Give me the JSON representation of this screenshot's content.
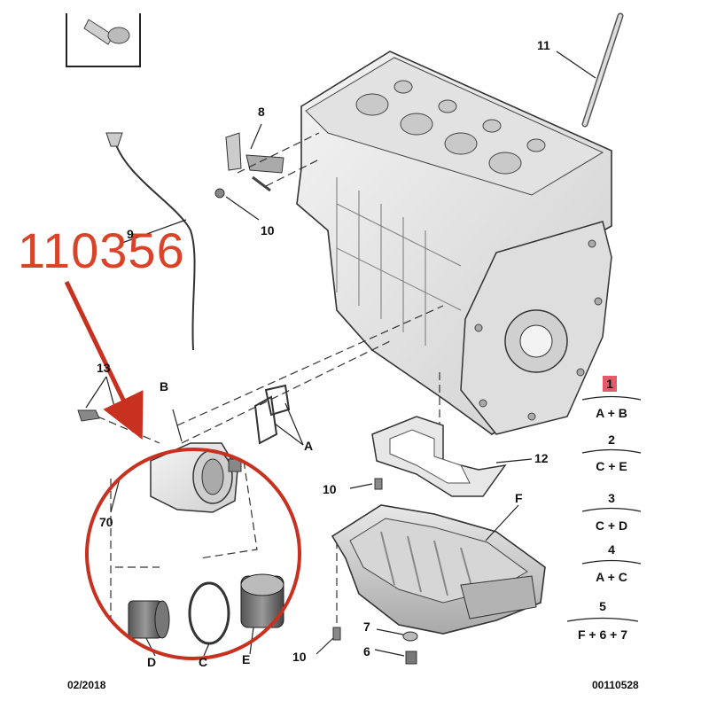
{
  "annotation": {
    "part_number": "110356",
    "color": "#c8301f"
  },
  "callouts": {
    "n11": "11",
    "n8": "8",
    "n9": "9",
    "n10a": "10",
    "n13": "13",
    "nB": "B",
    "nA": "A",
    "n70": "70",
    "n12": "12",
    "n10b": "10",
    "nF": "F",
    "n10c": "10",
    "n7": "7",
    "n6": "6",
    "nD": "D",
    "nC": "C",
    "nE": "E"
  },
  "legend": [
    {
      "num": "1",
      "combo": "A + B",
      "highlight": true
    },
    {
      "num": "2",
      "combo": "C + E",
      "highlight": false
    },
    {
      "num": "3",
      "combo": "C + D",
      "highlight": false
    },
    {
      "num": "4",
      "combo": "A + C",
      "highlight": false
    },
    {
      "num": "5",
      "combo": "F + 6 + 7",
      "highlight": false
    }
  ],
  "footer": {
    "date": "02/2018",
    "ref": "00110528"
  },
  "colors": {
    "highlight_box": "#e35b6b",
    "line": "#222222"
  }
}
